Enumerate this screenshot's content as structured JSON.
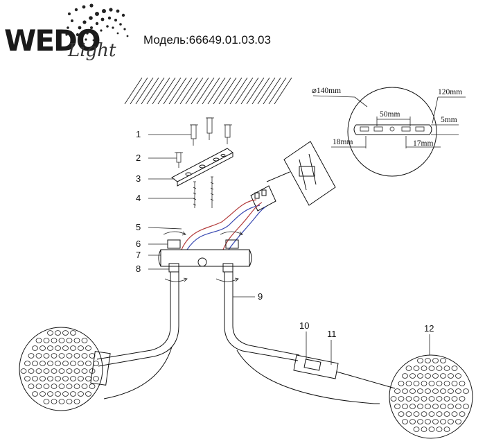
{
  "brand": {
    "wordmark": "WEDO",
    "sub": "Light"
  },
  "model_line": "Модель:66649.01.03.03",
  "callouts": [
    "1",
    "2",
    "3",
    "4",
    "5",
    "6",
    "7",
    "8",
    "9",
    "10",
    "11",
    "12"
  ],
  "detail_dims": {
    "diameter": "⌀140mm",
    "length": "120mm",
    "spacing": "50mm",
    "slot_h": "5mm",
    "left_off": "18mm",
    "right_off": "17mm"
  },
  "colors": {
    "line": "#111111",
    "wire_red": "#b23a3a",
    "wire_blue": "#3a4ab2"
  }
}
